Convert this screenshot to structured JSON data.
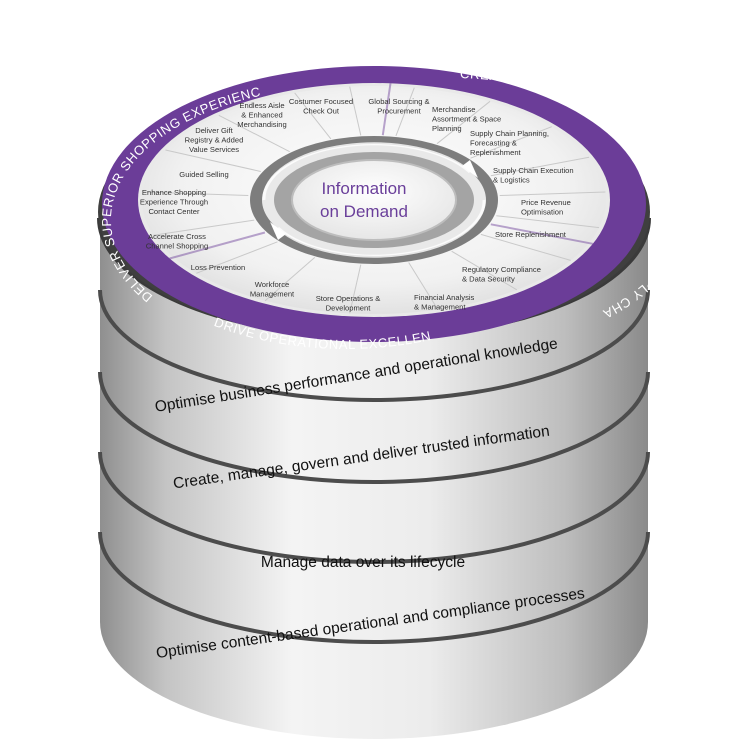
{
  "colors": {
    "ring_purple": "#6b3d98",
    "inner_dial": "#f2f2f2",
    "cylinder_light": "#f3f3f3",
    "cylinder_dark": "#8c8c8c",
    "groove": "#555555",
    "center_text": "#6a3f9a"
  },
  "outer_ring": {
    "left": "DELIVER SUPERIOR SHOPPING EXPERIENCE",
    "right": "CREATE A DEMAND DRIVEN MERCHANDISING & SUPPLY CHAIN",
    "bottom": "DRIVE OPERATIONAL EXCELLENCE"
  },
  "center": {
    "line1": "Information",
    "line2": "on Demand"
  },
  "segments": [
    {
      "lines": [
        "Costumer Focused",
        "Check Out"
      ]
    },
    {
      "lines": [
        "Global Sourcing &",
        "Procurement"
      ]
    },
    {
      "lines": [
        "Merchandise",
        "Assortment & Space",
        "Planning"
      ]
    },
    {
      "lines": [
        "Supply Chain Planning,",
        "Forecasting &",
        "Replenishment"
      ]
    },
    {
      "lines": [
        "Supply Chain Execution",
        "& Logistics"
      ]
    },
    {
      "lines": [
        "Price Revenue",
        "Optimisation"
      ]
    },
    {
      "lines": [
        "Store Replenishment"
      ]
    },
    {
      "lines": [
        "Regulatory Compliance",
        "& Data Security"
      ]
    },
    {
      "lines": [
        "Financial Analysis",
        "& Management"
      ]
    },
    {
      "lines": [
        "Store Operations &",
        "Development"
      ]
    },
    {
      "lines": [
        "Workforce",
        "Management"
      ]
    },
    {
      "lines": [
        "Loss Prevention"
      ]
    },
    {
      "lines": [
        "Accelerate Cross",
        "Channel Shopping"
      ]
    },
    {
      "lines": [
        "Enhance Shopping",
        "Experience Through",
        "Contact Center"
      ]
    },
    {
      "lines": [
        "Guided Selling"
      ]
    },
    {
      "lines": [
        "Deliver Gift",
        "Registry & Added",
        "Value Services"
      ]
    },
    {
      "lines": [
        "Endless Aisle",
        "& Enhanced",
        "Merchandising"
      ]
    }
  ],
  "layers": [
    "Optimise business performance and operational knowledge",
    "Create, manage, govern and deliver trusted information",
    "Manage data over its lifecycle",
    "Optimise content-based operational and compliance processes"
  ]
}
